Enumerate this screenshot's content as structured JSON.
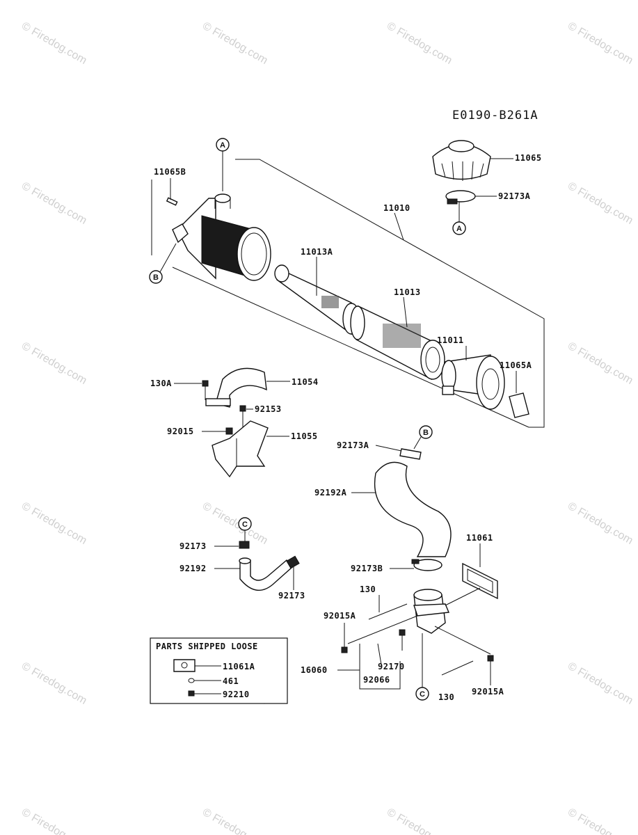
{
  "diagram_code": "E0190-B261A",
  "parts": {
    "p11065": "11065",
    "p92173A_top": "92173A",
    "p11065B": "11065B",
    "p11010": "11010",
    "p11013A": "11013A",
    "p11013": "11013",
    "p11011": "11011",
    "p11065A": "11065A",
    "p130A": "130A",
    "p11054": "11054",
    "p92153": "92153",
    "p92015": "92015",
    "p11055": "11055",
    "p92173A_mid": "92173A",
    "p92192A": "92192A",
    "p11061": "11061",
    "p92173B": "92173B",
    "p92173_c": "92173",
    "p92192": "92192",
    "p92173_low": "92173",
    "p130": "130",
    "p92015A_left": "92015A",
    "p16060": "16060",
    "p92170": "92170",
    "p92066": "92066",
    "p130_low": "130",
    "p92015A_right": "92015A"
  },
  "callouts": {
    "a_top": "A",
    "a_right": "A",
    "b_left": "B",
    "b_mid": "B",
    "c_mid": "C",
    "c_low": "C"
  },
  "loose_box": {
    "title": "PARTS SHIPPED LOOSE",
    "items": [
      "11061A",
      "461",
      "92210"
    ]
  },
  "watermark": {
    "text": "Firedog.com",
    "symbol": "©"
  }
}
